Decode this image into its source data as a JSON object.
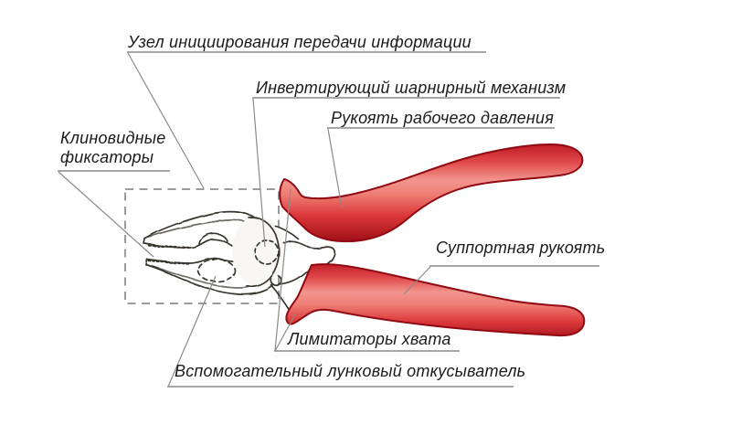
{
  "figure": {
    "type": "annotated-diagram",
    "subject": "combination pliers with humorous pseudo-technical part names",
    "labels": {
      "initiation_node": "Узел инициирования передачи информации",
      "hinge_mechanism": "Инвертирующий шарнирный механизм",
      "working_pressure_handle": "Рукоять рабочего давления",
      "wedge_fixators": "Клиновидные фиксаторы",
      "support_handle": "Суппортная рукоять",
      "grip_limiters": "Лимитаторы хвата",
      "auxiliary_cutter": "Вспомогательный лунковый откусыватель"
    },
    "colors": {
      "handle_red": "#e0484a",
      "handle_red_dark": "#9d0c15",
      "handle_highlight": "#f2958e",
      "leader_line_gray": "#8a8a8a",
      "dashed_box_gray": "#9b9b9b",
      "sketch_ink": "#39342f",
      "text_color": "#1b1b1b",
      "background": "#ffffff"
    }
  }
}
